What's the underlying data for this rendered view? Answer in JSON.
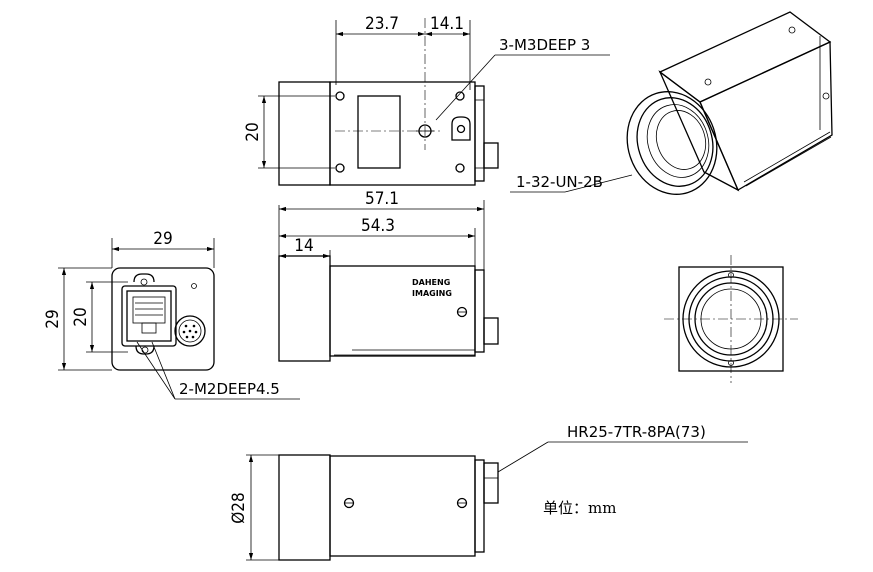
{
  "dimensions": {
    "top_offset_a": "23.7",
    "top_offset_b": "14.1",
    "top_height": "20",
    "overall_length": "57.1",
    "body_length": "54.3",
    "lens_length": "14",
    "back_width": "29",
    "back_height": "29",
    "back_inner_height": "20",
    "diameter": "Ø28"
  },
  "callouts": {
    "thread_top": "3-M3DEEP 3",
    "lens_thread": "1-32-UN-2B",
    "thread_back": "2-M2DEEP4.5",
    "connector": "HR25-7TR-8PA(73)"
  },
  "brand_line1": "DAHENG",
  "brand_line2": "IMAGING",
  "unit_note": "单位：mm"
}
